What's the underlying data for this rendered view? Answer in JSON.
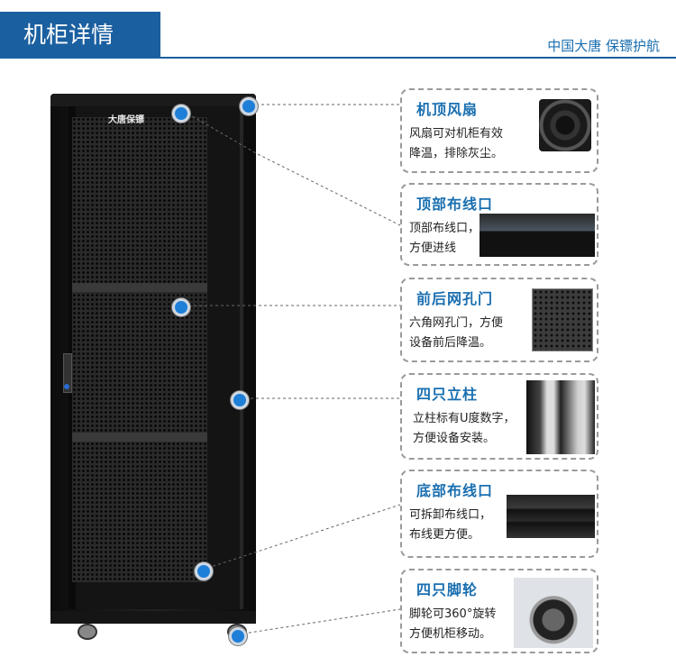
{
  "header": {
    "title": "机柜详情",
    "brand": "中国大唐 保镖护航"
  },
  "cabinet": {
    "logo": "大唐保镖"
  },
  "features": [
    {
      "title": "机顶风扇",
      "desc_lines": [
        "风扇可对机柜有效",
        "降温，排除灰尘。"
      ]
    },
    {
      "title": "顶部布线口",
      "desc_lines": [
        "顶部布线口，",
        "方便进线"
      ]
    },
    {
      "title": "前后网孔门",
      "desc_lines": [
        "六角网孔门，方便",
        "设备前后降温。"
      ]
    },
    {
      "title": "四只立柱",
      "desc_lines": [
        "立柱标有U度数字，",
        "方便设备安装。"
      ]
    },
    {
      "title": "底部布线口",
      "desc_lines": [
        "可拆卸布线口，",
        "布线更方便。"
      ]
    },
    {
      "title": "四只脚轮",
      "desc_lines": [
        "脚轮可360°旋转",
        "方便机柜移动。"
      ]
    }
  ],
  "colors": {
    "accent": "#1a5fa0",
    "marker": "#1e7fd8",
    "feature_title": "#1a6fb0"
  },
  "icons": {
    "fan": "fan-photo",
    "top_cable": "top-cable-entry-photo",
    "mesh": "hex-mesh-photo",
    "post": "vertical-post-photo",
    "bottom_cable": "bottom-cable-entry-photo",
    "caster": "caster-wheel-photo"
  }
}
